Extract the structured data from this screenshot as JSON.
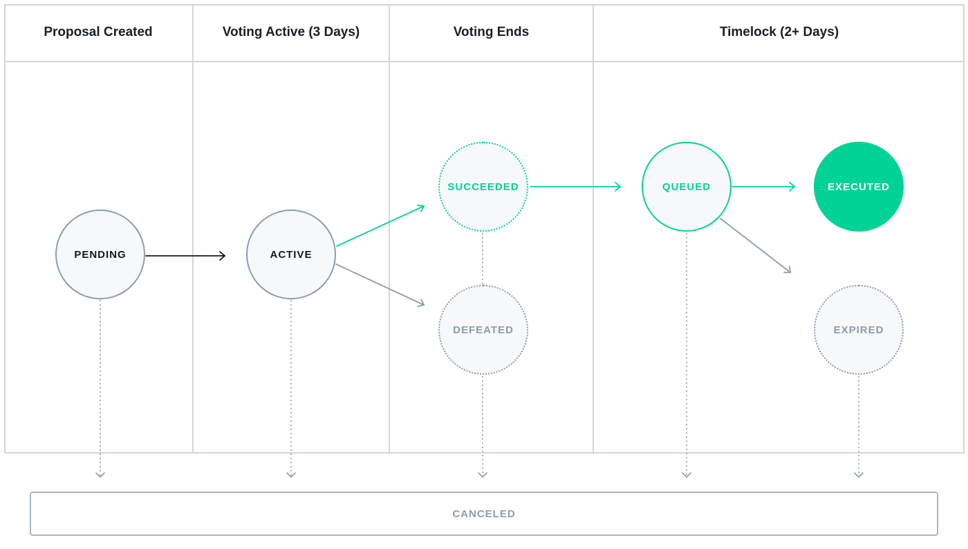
{
  "headers": {
    "proposal_created": "Proposal Created",
    "voting_active": "Voting Active (3 Days)",
    "voting_ends": "Voting Ends",
    "timelock": "Timelock (2+ Days)"
  },
  "states": {
    "pending": "PENDING",
    "active": "ACTIVE",
    "succeeded": "SUCCEEDED",
    "defeated": "DEFEATED",
    "queued": "QUEUED",
    "executed": "EXECUTED",
    "expired": "EXPIRED",
    "canceled": "CANCELED"
  },
  "colors": {
    "accent_green": "#00d395",
    "muted_grey": "#8c9cad",
    "dark": "#14181c",
    "grid": "#d0d6dd"
  }
}
